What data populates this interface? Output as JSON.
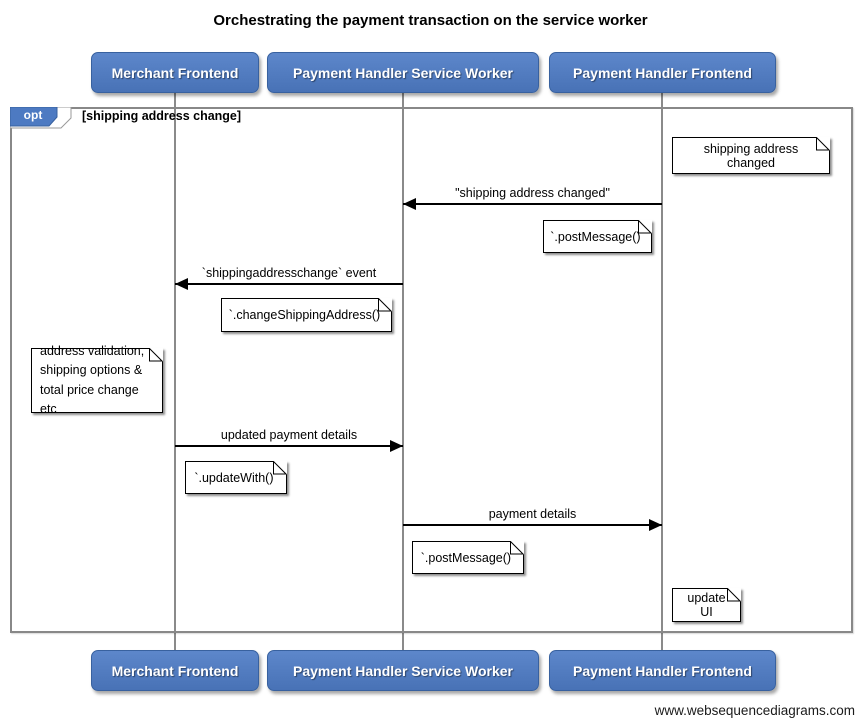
{
  "title": "Orchestrating the payment transaction on the service worker",
  "watermark": "www.websequencediagrams.com",
  "colors": {
    "actor_fill": "#4d7ac2",
    "actor_border": "#38619f",
    "frame_border": "#888888",
    "lifeline": "#8a8a8a",
    "arrow": "#000000",
    "note_fill": "#ffffff"
  },
  "actors": [
    {
      "label": "Merchant Frontend"
    },
    {
      "label": "Payment Handler Service Worker"
    },
    {
      "label": "Payment Handler Frontend"
    }
  ],
  "fragment": {
    "operator": "opt",
    "guard": "[shipping address change]"
  },
  "messages": [
    {
      "label": "\"shipping address changed\"",
      "from": "Payment Handler Frontend",
      "to": "Payment Handler Service Worker",
      "direction": "left"
    },
    {
      "label": "`shippingaddresschange` event",
      "from": "Payment Handler Service Worker",
      "to": "Merchant Frontend",
      "direction": "left"
    },
    {
      "label": "updated payment details",
      "from": "Merchant Frontend",
      "to": "Payment Handler Service Worker",
      "direction": "right"
    },
    {
      "label": "payment details",
      "from": "Payment Handler Service Worker",
      "to": "Payment Handler Frontend",
      "direction": "right"
    }
  ],
  "notes": [
    {
      "text": "shipping address changed",
      "position": "right of Payment Handler Frontend"
    },
    {
      "text": "`.postMessage()`",
      "position": "left of Payment Handler Frontend"
    },
    {
      "text": "`.changeShippingAddress()`",
      "position": "right of Merchant Frontend"
    },
    {
      "lines": [
        "address validation,",
        "shipping options &",
        "total price change etc"
      ],
      "position": "left of Merchant Frontend"
    },
    {
      "text": "`.updateWith()`",
      "position": "right of Merchant Frontend"
    },
    {
      "text": "`.postMessage()`",
      "position": "right of Payment Handler Service Worker"
    },
    {
      "text": "update UI",
      "position": "right of Payment Handler Frontend"
    }
  ]
}
